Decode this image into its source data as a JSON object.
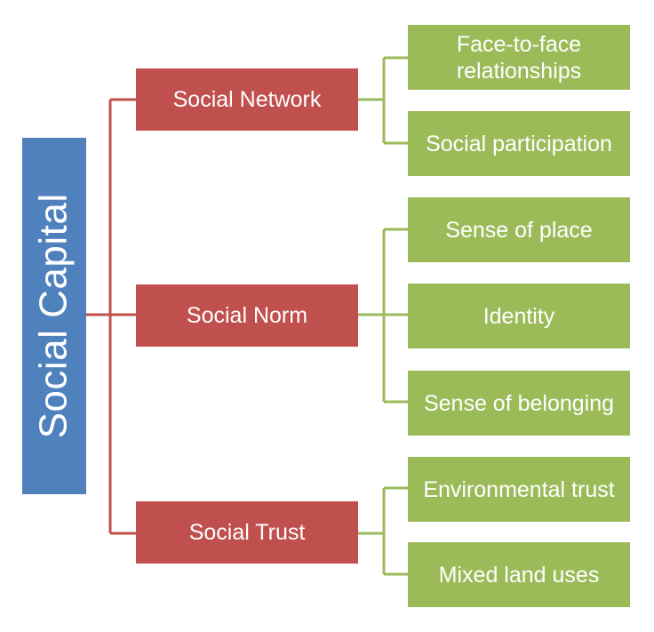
{
  "root": {
    "label": "Social Capital",
    "color": "#4f81bd"
  },
  "branch_color": "#c0504d",
  "leaf_color": "#9bbb59",
  "connector_colors": {
    "root_to_branch": "#c0504d",
    "branch_to_leaf": "#9bbb59"
  },
  "branches": [
    {
      "label": "Social Network",
      "children": [
        "Face-to-face relationships",
        "Social participation"
      ]
    },
    {
      "label": "Social Norm",
      "children": [
        "Sense of place",
        "Identity",
        "Sense of belonging"
      ]
    },
    {
      "label": "Social Trust",
      "children": [
        "Environmental trust",
        "Mixed land uses"
      ]
    }
  ]
}
